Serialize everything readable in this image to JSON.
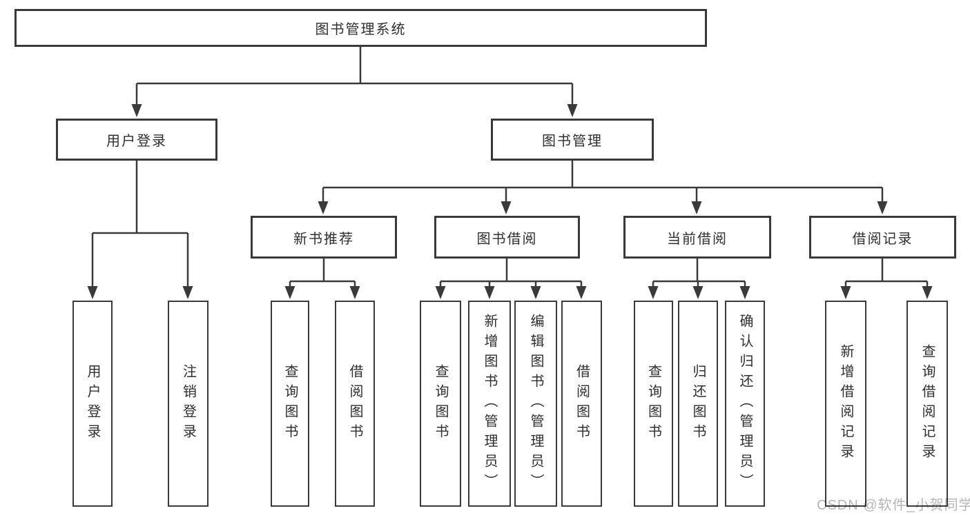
{
  "tree": {
    "root": "图书管理系统",
    "login": {
      "label": "用户登录",
      "children": [
        "用户登录",
        "注销登录"
      ]
    },
    "management": {
      "label": "图书管理",
      "sections": [
        {
          "label": "新书推荐",
          "children": [
            "查询图书",
            "借阅图书"
          ]
        },
        {
          "label": "图书借阅",
          "children": [
            "查询图书",
            "新增图书（管理员）",
            "编辑图书（管理员）",
            "借阅图书"
          ]
        },
        {
          "label": "当前借阅",
          "children": [
            "查询图书",
            "归还图书",
            "确认归还（管理员）"
          ]
        },
        {
          "label": "借阅记录",
          "children": [
            "新增借阅记录",
            "查询借阅记录"
          ]
        }
      ]
    }
  },
  "watermark": {
    "text": "CSDN @软件_小贺同学"
  },
  "colors": {
    "line": "#3a3a3a",
    "box_border": "#3a3a3a",
    "box_fill": "#ffffff",
    "text": "#2f2f2f",
    "watermark": "#b5b5b5",
    "background": "#ffffff"
  }
}
